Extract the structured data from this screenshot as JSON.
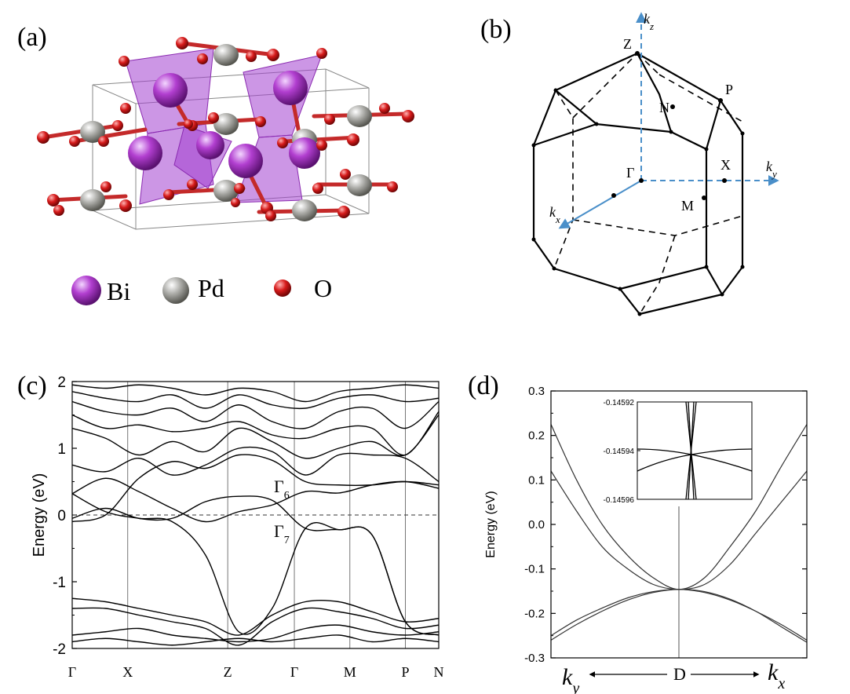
{
  "panels": {
    "a": {
      "label": "(a)",
      "legend": [
        {
          "symbol": "Bi",
          "color": "#b23fd0"
        },
        {
          "symbol": "Pd",
          "color": "#9e9e9a"
        },
        {
          "symbol": "O",
          "color": "#d61a1a"
        }
      ]
    },
    "b": {
      "label": "(b)",
      "axes": {
        "kz": "k",
        "kz_sub": "z",
        "ky": "k",
        "ky_sub": "y",
        "kx": "k",
        "kx_sub": "x"
      },
      "points": {
        "Z": "Z",
        "P": "P",
        "N": "N",
        "Gamma": "Γ",
        "X": "X",
        "M": "M"
      }
    },
    "c": {
      "label": "(c)",
      "ylabel": "Energy (eV)",
      "gamma6": "Γ",
      "gamma6_sub": "6",
      "gamma7": "Γ",
      "gamma7_sub": "7"
    },
    "d": {
      "label": "(d)",
      "ylabel": "Energy (eV)",
      "left_label": "k",
      "left_sub": "y",
      "right_label": "k",
      "right_sub": "x",
      "center_label": "D"
    }
  },
  "chart_data": [
    {
      "type": "line",
      "panel": "c",
      "ylabel": "Energy (eV)",
      "ylim": [
        -2,
        2
      ],
      "yticks": [
        "-2",
        "-1",
        "0",
        "1",
        "2"
      ],
      "kpath": [
        "Γ",
        "X",
        "Z",
        "Γ",
        "M",
        "P",
        "N"
      ],
      "kpos": [
        0,
        1,
        2.8,
        4.0,
        5.0,
        6.0,
        6.6
      ],
      "fermi_level": 0,
      "series": [
        {
          "values": [
            -0.05,
            0.1,
            -0.05,
            -0.05,
            0.2,
            0.28,
            0.22,
            -0.2,
            -0.22,
            -0.3,
            -1.6,
            -1.8
          ]
        },
        {
          "values": [
            0.32,
            0.05,
            -0.05,
            -0.1,
            -0.6,
            -1.75,
            -1.4,
            -0.2,
            -0.22,
            -0.3,
            -1.6,
            -1.8
          ]
        },
        {
          "values": [
            0.32,
            0.55,
            0.35,
            0.1,
            -0.1,
            0.05,
            0.15,
            0.35,
            0.33,
            0.45,
            0.5,
            0.4
          ]
        },
        {
          "values": [
            -0.1,
            0.0,
            0.55,
            0.8,
            0.7,
            0.9,
            0.82,
            0.5,
            0.45,
            0.45,
            0.5,
            0.45
          ]
        },
        {
          "values": [
            0.75,
            0.65,
            0.85,
            0.6,
            0.75,
            1.0,
            0.95,
            0.6,
            0.9,
            0.9,
            0.85,
            0.5
          ]
        },
        {
          "values": [
            1.3,
            1.15,
            0.9,
            1.1,
            0.95,
            1.3,
            1.1,
            0.85,
            1.0,
            1.1,
            0.9,
            1.5
          ]
        },
        {
          "values": [
            1.5,
            1.3,
            1.35,
            1.25,
            1.3,
            1.4,
            1.2,
            1.15,
            1.3,
            1.3,
            0.9,
            1.55
          ]
        },
        {
          "values": [
            1.7,
            1.55,
            1.5,
            1.6,
            1.4,
            1.65,
            1.4,
            1.3,
            1.55,
            1.6,
            1.3,
            1.7
          ]
        },
        {
          "values": [
            1.85,
            1.75,
            1.7,
            1.8,
            1.6,
            1.8,
            1.65,
            1.6,
            1.75,
            1.8,
            1.7,
            1.75
          ]
        },
        {
          "values": [
            1.95,
            1.9,
            1.95,
            1.9,
            1.8,
            1.9,
            1.85,
            1.7,
            1.85,
            1.9,
            1.95,
            1.9
          ]
        },
        {
          "values": [
            -1.25,
            -1.3,
            -1.4,
            -1.5,
            -1.6,
            -1.8,
            -1.5,
            -1.3,
            -1.3,
            -1.45,
            -1.6,
            -1.55
          ]
        },
        {
          "values": [
            -1.4,
            -1.4,
            -1.5,
            -1.6,
            -1.7,
            -1.95,
            -1.6,
            -1.4,
            -1.45,
            -1.55,
            -1.7,
            -1.65
          ]
        },
        {
          "values": [
            -1.8,
            -1.75,
            -1.7,
            -1.8,
            -1.85,
            -1.9,
            -1.85,
            -1.7,
            -1.65,
            -1.75,
            -1.8,
            -1.75
          ]
        },
        {
          "values": [
            -1.9,
            -1.85,
            -1.9,
            -1.95,
            -1.9,
            -1.85,
            -1.9,
            -1.85,
            -1.8,
            -1.9,
            -1.85,
            -1.9
          ]
        }
      ]
    },
    {
      "type": "line",
      "panel": "d",
      "ylabel": "Energy (eV)",
      "ylim": [
        -0.3,
        0.3
      ],
      "yticks": [
        "-0.3",
        "-0.2",
        "-0.1",
        "0.0",
        "0.1",
        "0.2",
        "0.3"
      ],
      "xlabels": [
        "k_y",
        "D",
        "k_x"
      ],
      "x": [
        -1.0,
        -0.8,
        -0.6,
        -0.4,
        -0.2,
        0.0,
        0.2,
        0.4,
        0.6,
        0.8,
        1.0
      ],
      "series": [
        {
          "values": [
            0.225,
            0.1,
            0.0,
            -0.07,
            -0.12,
            -0.146,
            -0.12,
            -0.05,
            0.03,
            0.13,
            0.225
          ]
        },
        {
          "values": [
            0.12,
            0.03,
            -0.05,
            -0.1,
            -0.135,
            -0.146,
            -0.135,
            -0.09,
            -0.02,
            0.05,
            0.12
          ]
        },
        {
          "values": [
            -0.26,
            -0.225,
            -0.195,
            -0.17,
            -0.153,
            -0.146,
            -0.153,
            -0.17,
            -0.195,
            -0.225,
            -0.26
          ]
        },
        {
          "values": [
            -0.25,
            -0.215,
            -0.188,
            -0.165,
            -0.151,
            -0.146,
            -0.151,
            -0.168,
            -0.195,
            -0.23,
            -0.265
          ]
        }
      ],
      "inset": {
        "yticks": [
          "-0.14592",
          "-0.14594",
          "-0.14596"
        ],
        "ylim": [
          -0.14596,
          -0.14592
        ]
      }
    }
  ]
}
